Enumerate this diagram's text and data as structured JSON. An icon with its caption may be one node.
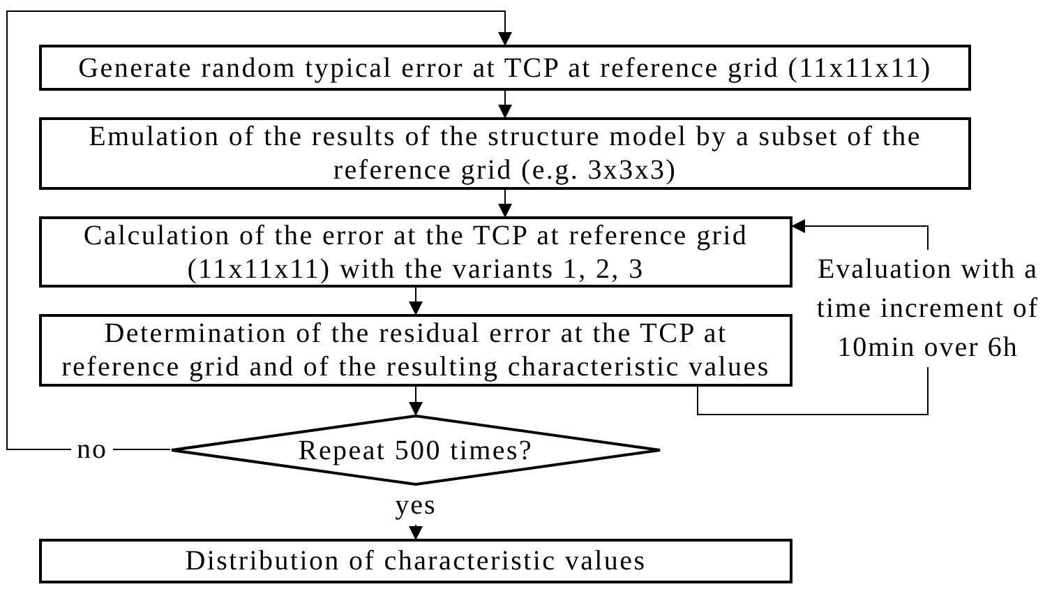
{
  "diagram": {
    "nodes": [
      {
        "text": [
          "Generate random typical error at TCP at reference grid (11x11x11)"
        ]
      },
      {
        "text": [
          "Emulation of the results of the structure model by a subset of the reference grid (e.g. 3x3x3)"
        ]
      },
      {
        "text": [
          "Calculation of the error at the TCP at reference grid (11x11x11) with the variants 1, 2, 3"
        ]
      },
      {
        "text": [
          "Determination of the residual error at the TCP at reference grid and of the resulting characteristic values"
        ]
      },
      {
        "text": [
          "Repeat 500 times?"
        ]
      },
      {
        "text": [
          "Distribution of characteristic values"
        ]
      }
    ],
    "edges": [
      {
        "from": 0,
        "to": 1,
        "arrow": "to"
      },
      {
        "from": 1,
        "to": 2,
        "arrow": "to"
      },
      {
        "from": 2,
        "to": 3,
        "arrow": "to"
      },
      {
        "from": 3,
        "to": 4,
        "arrow": "to"
      },
      {
        "from": 4,
        "to": 5,
        "arrow": "to",
        "label": "yes"
      },
      {
        "from": 4,
        "to": 0,
        "arrow": "to",
        "label": "no"
      },
      {
        "from": 3,
        "to": 2,
        "arrow": "to",
        "label": "Evaluation with a time increment of 10min over 6h"
      }
    ]
  }
}
